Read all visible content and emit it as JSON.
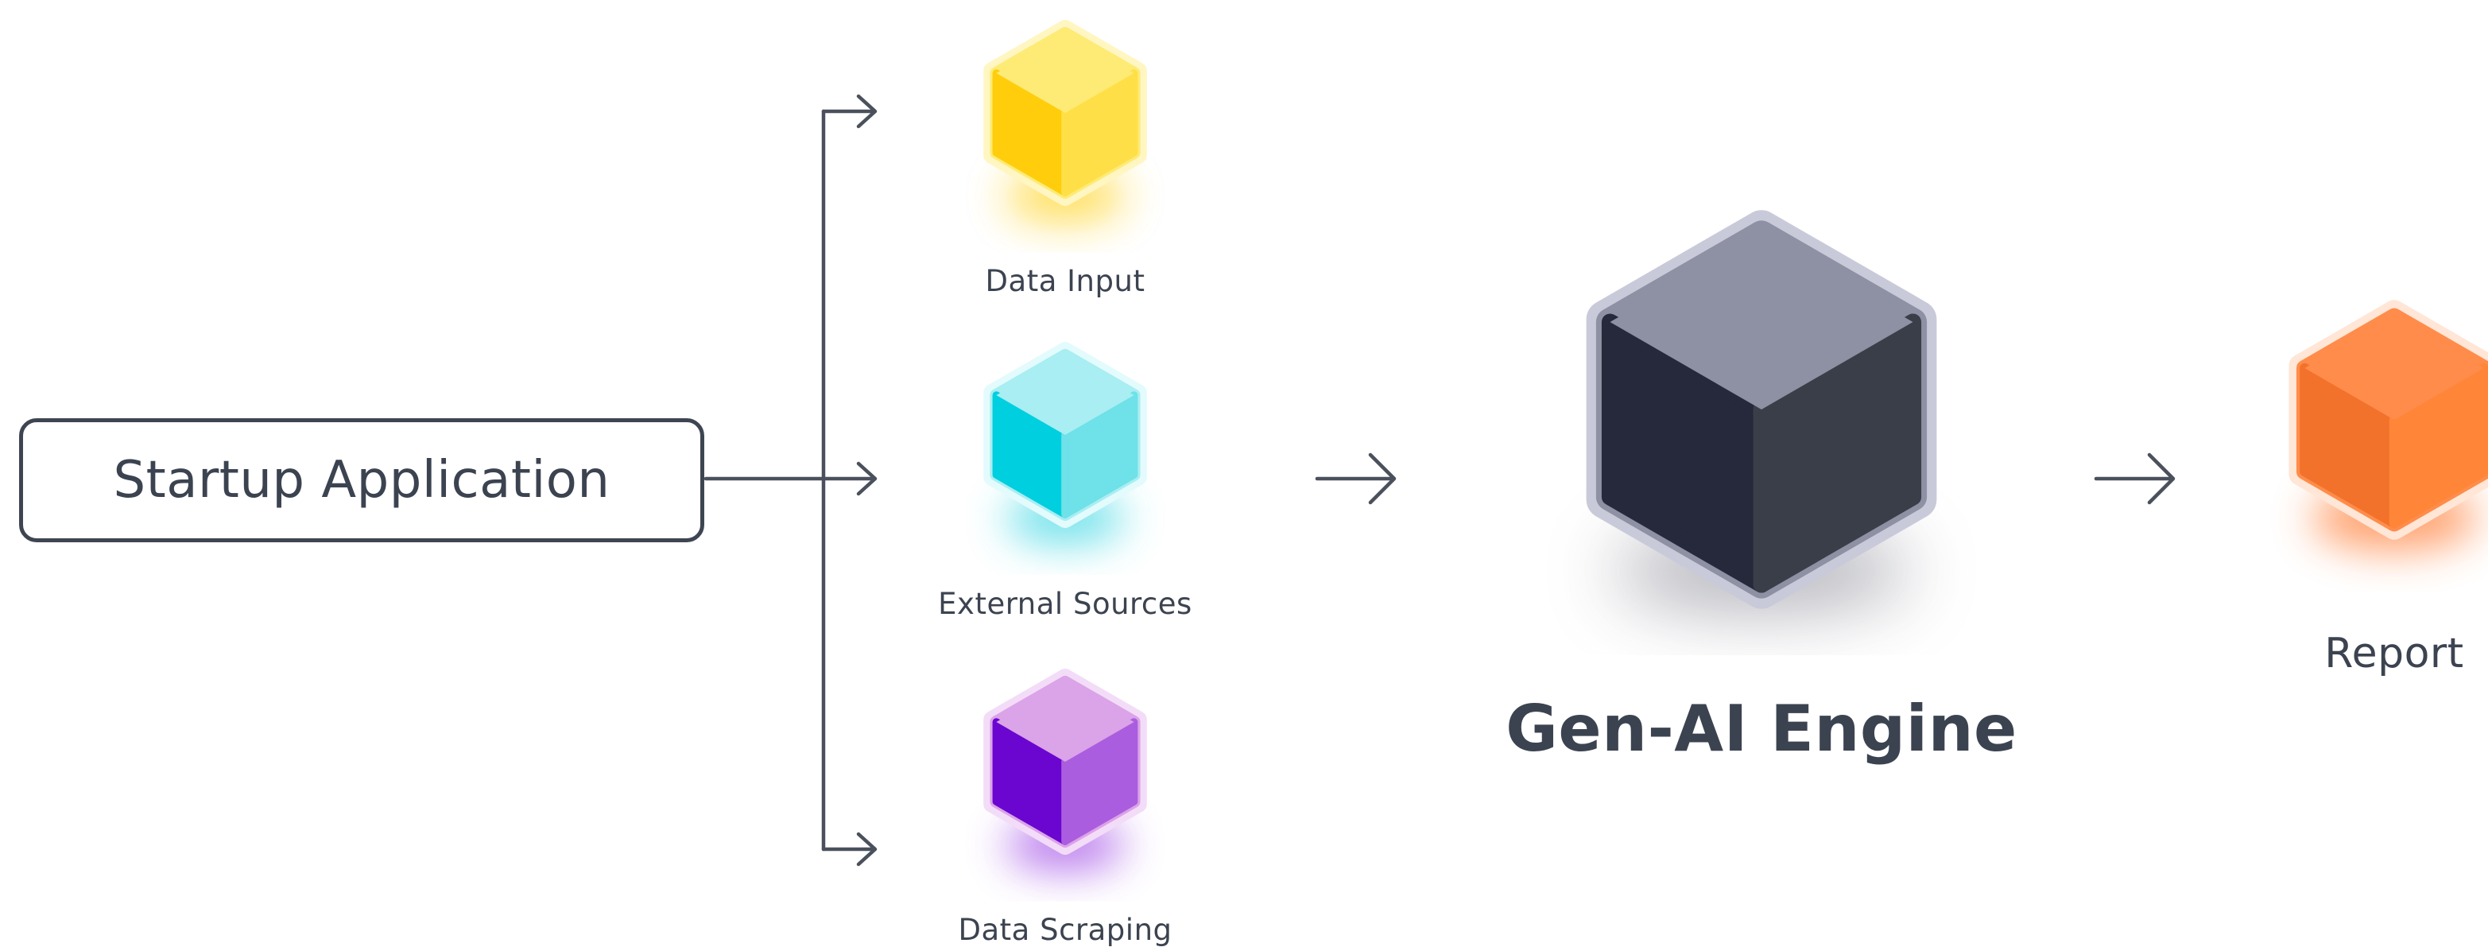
{
  "nodes": {
    "start": {
      "label": "Startup Application"
    },
    "sources": [
      {
        "label": "Data Input",
        "icon": "yellow-cube-icon",
        "colors": {
          "top": "#fdeb75",
          "left": "#ffcd0c",
          "right": "#ffdf47",
          "rim": "#fff6c2",
          "glow": "#ffd21a"
        }
      },
      {
        "label": "External Sources",
        "icon": "cyan-cube-icon",
        "colors": {
          "top": "#a8eef2",
          "left": "#00cfdf",
          "right": "#6fe1e8",
          "rim": "#e3fbfc",
          "glow": "#3ad7e4"
        }
      },
      {
        "label": "Data Scraping",
        "icon": "purple-cube-icon",
        "colors": {
          "top": "#dba3e8",
          "left": "#6a06cf",
          "right": "#ab5ddf",
          "rim": "#f3dcf8",
          "glow": "#a24de6"
        }
      }
    ],
    "engine": {
      "label": "Gen-AI Engine",
      "icon": "dark-cube-icon",
      "colors": {
        "top": "#8e90a3",
        "left": "#26283b",
        "right": "#3a3e48",
        "rim": "#c9cad9",
        "glow": "#6d6e7d"
      }
    },
    "report": {
      "label": "Report",
      "icon": "orange-cube-icon",
      "colors": {
        "top": "#ff8c4a",
        "left": "#f2722b",
        "right": "#ff8638",
        "rim": "#ffe6d6",
        "glow": "#ff7a30"
      }
    }
  },
  "connector_color": "#4a515c"
}
